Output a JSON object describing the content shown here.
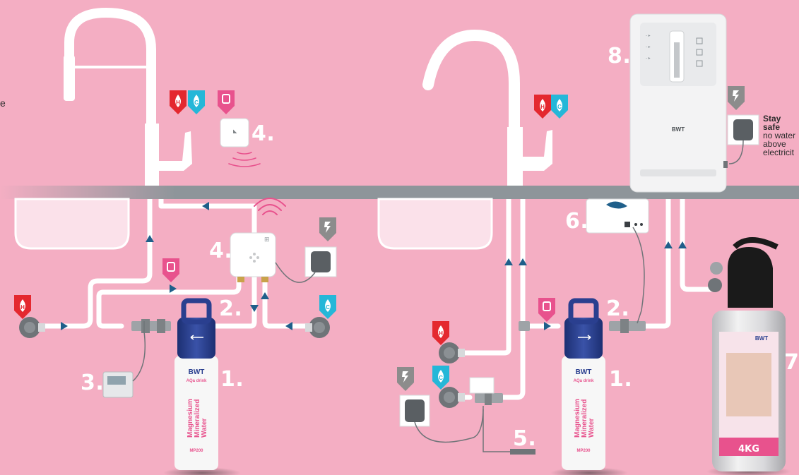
{
  "labels": {
    "l1a": "1.",
    "l1b": "1.",
    "l2a": "2.",
    "l2b": "2.",
    "l3": "3.",
    "l4a": "4.",
    "l4b": "4.",
    "l5": "5.",
    "l6": "6.",
    "l7": "7.",
    "l8": "8."
  },
  "pins": {
    "hot": "H",
    "cold": "C"
  },
  "filter": {
    "brand": "BWT",
    "sub": "AQa drink",
    "line1": "Magnesium",
    "line2": "Mineralized",
    "line3": "Water",
    "model": "MP200"
  },
  "dispenser": {
    "brand": "BWT"
  },
  "cylinder": {
    "brand": "BWT",
    "weight": "4KG"
  },
  "stay_safe": {
    "title": "Stay safe",
    "line1": "no water",
    "line2": "above",
    "line3": "electricit"
  },
  "left_edge_text": "e",
  "colors": {
    "background": "#f4aec3",
    "counter": "#8e959a",
    "hot": "#e4282f",
    "cold": "#25b7d8",
    "pink_pin": "#e8528d",
    "arrow": "#1f5f8a",
    "pipe": "#ffffff",
    "filter_cap": "#2a3f8f",
    "electric_pin": "#8c8c8c"
  }
}
